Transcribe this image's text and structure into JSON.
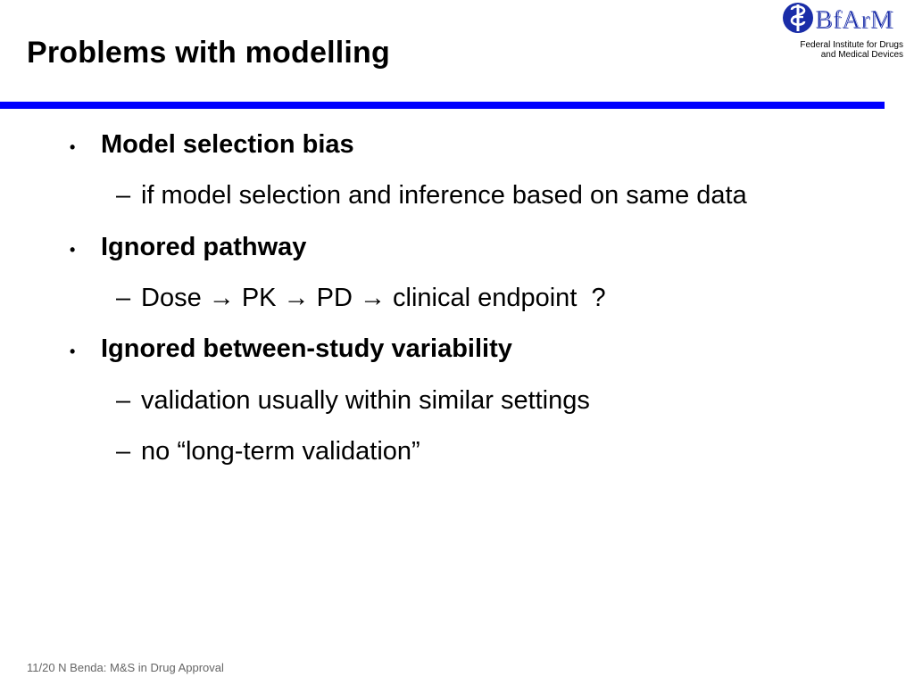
{
  "title": "Problems with modelling",
  "logo": {
    "brand": "BfArM",
    "subtitle_line1": "Federal Institute for Drugs",
    "subtitle_line2": "and Medical Devices",
    "colors": {
      "brand": "#1a2da8"
    }
  },
  "rule_color": "#0000ff",
  "bullets": [
    {
      "label": "Model selection bias",
      "sub": [
        "if model selection and inference based on same data"
      ]
    },
    {
      "label": "Ignored pathway",
      "sub": [
        "Dose → PK → PD → clinical endpoint  ?"
      ]
    },
    {
      "label": "Ignored between-study variability",
      "sub": [
        "validation usually within similar settings",
        "no “long-term validation”"
      ]
    }
  ],
  "bullet_glyph": "•",
  "dash_glyph": "–",
  "footer": "11/20 N Benda: M&S in Drug Approval"
}
